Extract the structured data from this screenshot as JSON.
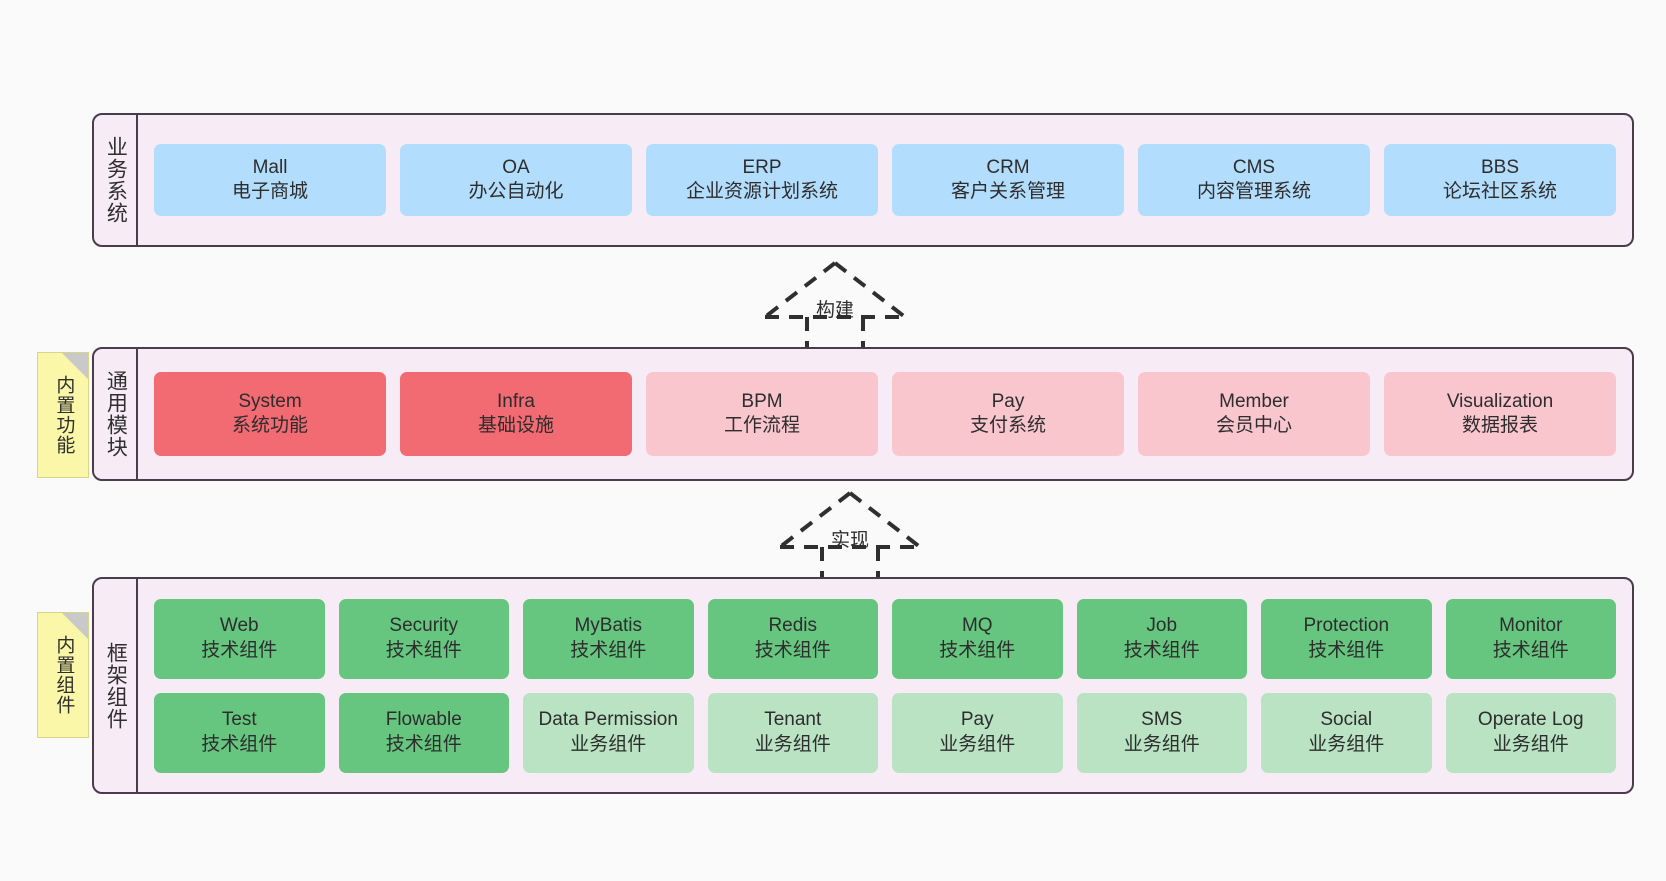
{
  "diagram": {
    "title": "架构分层图",
    "colors": {
      "blue": "#b3ddfd",
      "red": "#f26a72",
      "pink": "#fac6ce",
      "green": "#66c67f",
      "light_green": "#b9e3c2",
      "band_background": "#f7ecf6",
      "band_border": "#4a3c4a",
      "note_background": "#faf7a8",
      "page_background": "#fafafa"
    }
  },
  "business_layer": {
    "label": "业务系统",
    "items": [
      {
        "en": "Mall",
        "cn": "电子商城"
      },
      {
        "en": "OA",
        "cn": "办公自动化"
      },
      {
        "en": "ERP",
        "cn": "企业资源计划系统"
      },
      {
        "en": "CRM",
        "cn": "客户关系管理"
      },
      {
        "en": "CMS",
        "cn": "内容管理系统"
      },
      {
        "en": "BBS",
        "cn": "论坛社区系统"
      }
    ]
  },
  "arrows": [
    {
      "label": "构建",
      "name": "build"
    },
    {
      "label": "实现",
      "name": "realize"
    }
  ],
  "common_layer": {
    "label": "通用模块",
    "note": "内置功能",
    "items": [
      {
        "en": "System",
        "cn": "系统功能",
        "color": "red"
      },
      {
        "en": "Infra",
        "cn": "基础设施",
        "color": "red"
      },
      {
        "en": "BPM",
        "cn": "工作流程",
        "color": "pink"
      },
      {
        "en": "Pay",
        "cn": "支付系统",
        "color": "pink"
      },
      {
        "en": "Member",
        "cn": "会员中心",
        "color": "pink"
      },
      {
        "en": "Visualization",
        "cn": "数据报表",
        "color": "pink"
      }
    ]
  },
  "framework_layer": {
    "label": "框架组件",
    "note": "内置组件",
    "row1": [
      {
        "en": "Web",
        "cn": "技术组件",
        "color": "green"
      },
      {
        "en": "Security",
        "cn": "技术组件",
        "color": "green"
      },
      {
        "en": "MyBatis",
        "cn": "技术组件",
        "color": "green"
      },
      {
        "en": "Redis",
        "cn": "技术组件",
        "color": "green"
      },
      {
        "en": "MQ",
        "cn": "技术组件",
        "color": "green"
      },
      {
        "en": "Job",
        "cn": "技术组件",
        "color": "green"
      },
      {
        "en": "Protection",
        "cn": "技术组件",
        "color": "green"
      },
      {
        "en": "Monitor",
        "cn": "技术组件",
        "color": "green"
      }
    ],
    "row2": [
      {
        "en": "Test",
        "cn": "技术组件",
        "color": "green"
      },
      {
        "en": "Flowable",
        "cn": "技术组件",
        "color": "green"
      },
      {
        "en": "Data Permission",
        "cn": "业务组件",
        "color": "light_green",
        "wrap": true
      },
      {
        "en": "Tenant",
        "cn": "业务组件",
        "color": "light_green"
      },
      {
        "en": "Pay",
        "cn": "业务组件",
        "color": "light_green"
      },
      {
        "en": "SMS",
        "cn": "业务组件",
        "color": "light_green"
      },
      {
        "en": "Social",
        "cn": "业务组件",
        "color": "light_green"
      },
      {
        "en": "Operate Log",
        "cn": "业务组件",
        "color": "light_green"
      }
    ]
  }
}
